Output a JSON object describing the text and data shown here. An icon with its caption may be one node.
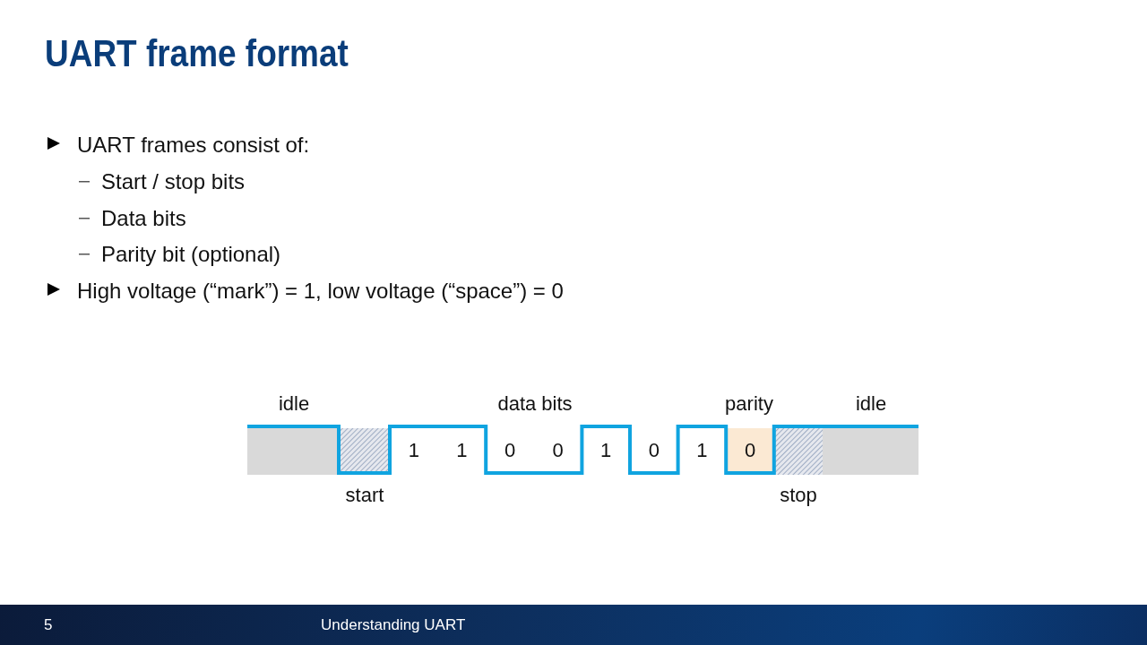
{
  "diagram": {
    "title": "UART frame format",
    "labels": [
      "UART frames consist of:",
      "Start / stop bits",
      "Data bits",
      "Parity bit (optional)",
      "High voltage (“mark”) = 1, low voltage (“space”) = 0",
      "idle",
      "data bits",
      "parity",
      "idle",
      "1",
      "1",
      "0",
      "0",
      "1",
      "0",
      "1",
      "0",
      "start",
      "stop",
      "5",
      "Understanding UART"
    ]
  }
}
